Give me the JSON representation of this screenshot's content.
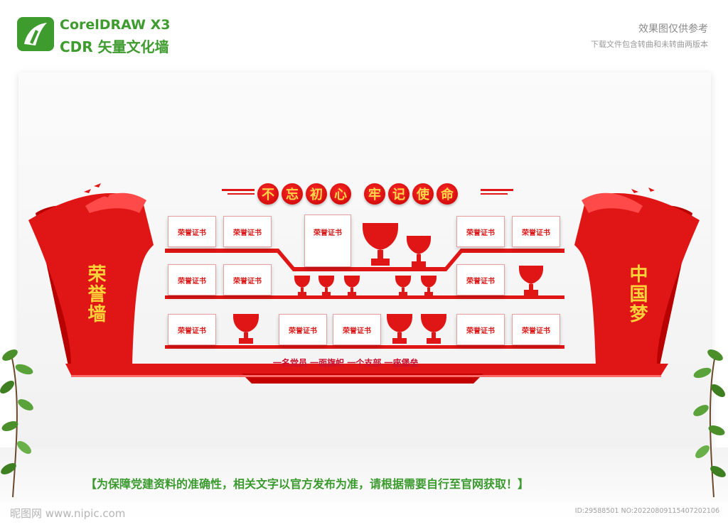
{
  "header": {
    "brand_line1": "CorelDRAW X3",
    "brand_line2": "CDR 矢量文化墙",
    "note_line1": "效果图仅供参考",
    "note_line2": "下载文件包含转曲和未转曲两版本"
  },
  "wall": {
    "title_chars": [
      "不",
      "忘",
      "初",
      "心",
      "牢",
      "记",
      "使",
      "命"
    ],
    "left_panel_text": "荣誉墙",
    "right_panel_text": "中国梦",
    "certificate_label": "荣誉证书",
    "bottom_slogan": "一名党员 一面旗帜 一个支部 一座堡垒"
  },
  "footer": {
    "disclaimer": "【为保障党建资料的准确性，相关文字以官方发布为准，请根据需要自行至官网获取！】",
    "watermark_site": "昵图网 www.nipic.com",
    "image_id": "ID:29588501 NO:20220809115407202106"
  },
  "colors": {
    "brand_green": "#3e9b2e",
    "wall_red": "#e01515",
    "title_yellow": "#ffd84a"
  }
}
